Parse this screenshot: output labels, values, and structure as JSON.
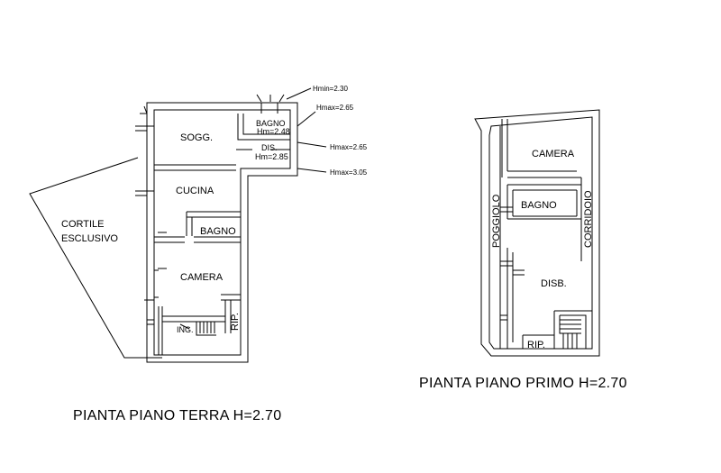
{
  "ground_floor": {
    "title": "PIANTA PIANO TERRA H=2.70",
    "rooms": {
      "sogg": "SOGG.",
      "bagno": "BAGNO",
      "bagno_height": "Hm=2.48",
      "dis": "DIS.",
      "dis_height": "Hm=2.85",
      "cucina": "CUCINA",
      "bagno2": "BAGNO",
      "camera": "CAMERA",
      "rip": "RIP.",
      "ing": "ING."
    },
    "courtyard": [
      "CORTILE",
      "ESCLUSIVO"
    ],
    "heights": {
      "hmin": "Hmin=2.30",
      "hmax1": "Hmax=2.65",
      "hmax2": "Hmax=2.65",
      "hmax3": "Hmax=3.05"
    }
  },
  "first_floor": {
    "title": "PIANTA PIANO PRIMO H=2.70",
    "rooms": {
      "camera": "CAMERA",
      "bagno": "BAGNO",
      "poggiolo": "POGGIOLO",
      "corridoio": "CORRIDOIO",
      "disb": "DISB.",
      "rip": "RIP."
    }
  }
}
